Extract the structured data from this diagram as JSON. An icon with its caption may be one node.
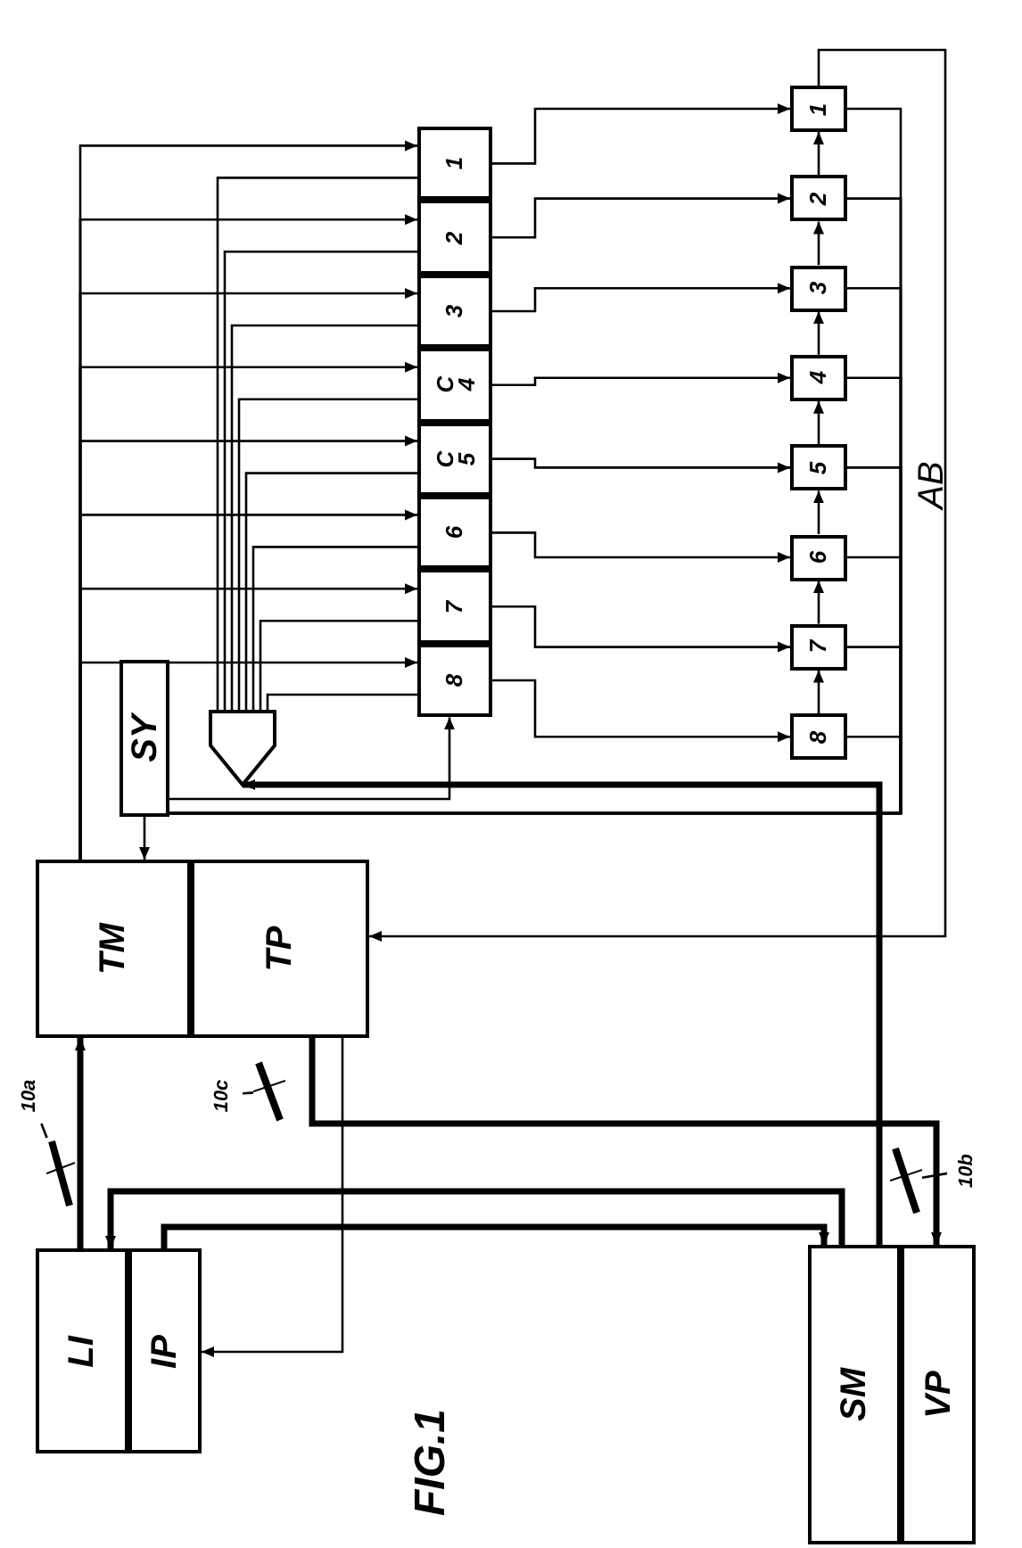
{
  "diagram": {
    "caption": "FIG.1",
    "nodes": [
      {
        "text": [
          "LI"
        ]
      },
      {
        "text": [
          "IP"
        ]
      },
      {
        "text": [
          "TM"
        ]
      },
      {
        "text": [
          "TP"
        ]
      },
      {
        "text": [
          "SY"
        ]
      },
      {
        "text": [],
        "shape": "funnel"
      },
      {
        "text": [
          "1"
        ]
      },
      {
        "text": [
          "2"
        ]
      },
      {
        "text": [
          "3"
        ]
      },
      {
        "text": [
          "C",
          "4"
        ]
      },
      {
        "text": [
          "C",
          "5"
        ]
      },
      {
        "text": [
          "6"
        ]
      },
      {
        "text": [
          "7"
        ]
      },
      {
        "text": [
          "8"
        ]
      },
      {
        "text": [
          "1"
        ]
      },
      {
        "text": [
          "2"
        ]
      },
      {
        "text": [
          "3"
        ]
      },
      {
        "text": [
          "4"
        ]
      },
      {
        "text": [
          "5"
        ]
      },
      {
        "text": [
          "6"
        ]
      },
      {
        "text": [
          "7"
        ]
      },
      {
        "text": [
          "8"
        ]
      },
      {
        "text": [
          "SM"
        ]
      },
      {
        "text": [
          "VP"
        ]
      },
      {
        "text": [
          "10a"
        ]
      },
      {
        "text": [],
        "shape": "switch"
      },
      {
        "text": [
          "10b"
        ]
      },
      {
        "text": [],
        "shape": "switch"
      },
      {
        "text": [
          "10c"
        ]
      },
      {
        "text": [],
        "shape": "switch"
      }
    ],
    "edges": [
      {
        "from": 6,
        "to": 14,
        "arrow": "to"
      },
      {
        "from": 7,
        "to": 15,
        "arrow": "to"
      },
      {
        "from": 8,
        "to": 16,
        "arrow": "to"
      },
      {
        "from": 9,
        "to": 17,
        "arrow": "to"
      },
      {
        "from": 10,
        "to": 18,
        "arrow": "to"
      },
      {
        "from": 11,
        "to": 19,
        "arrow": "to"
      },
      {
        "from": 12,
        "to": 20,
        "arrow": "to"
      },
      {
        "from": 13,
        "to": 21,
        "arrow": "to"
      },
      {
        "from": 15,
        "to": 14,
        "arrow": "to"
      },
      {
        "from": 16,
        "to": 15,
        "arrow": "to"
      },
      {
        "from": 17,
        "to": 16,
        "arrow": "to"
      },
      {
        "from": 18,
        "to": 17,
        "arrow": "to"
      },
      {
        "from": 19,
        "to": 18,
        "arrow": "to"
      },
      {
        "from": 20,
        "to": 19,
        "arrow": "to"
      },
      {
        "from": 21,
        "to": 20,
        "arrow": "to"
      },
      {
        "from": 2,
        "to": 6,
        "arrow": "to"
      },
      {
        "from": 2,
        "to": 7,
        "arrow": "to"
      },
      {
        "from": 2,
        "to": 8,
        "arrow": "to"
      },
      {
        "from": 2,
        "to": 9,
        "arrow": "to"
      },
      {
        "from": 2,
        "to": 10,
        "arrow": "to"
      },
      {
        "from": 2,
        "to": 11,
        "arrow": "to"
      },
      {
        "from": 2,
        "to": 12,
        "arrow": "to"
      },
      {
        "from": 2,
        "to": 13,
        "arrow": "to"
      },
      {
        "from": 5,
        "to": 6,
        "arrow": "none"
      },
      {
        "from": 5,
        "to": 7,
        "arrow": "none"
      },
      {
        "from": 5,
        "to": 8,
        "arrow": "none"
      },
      {
        "from": 5,
        "to": 9,
        "arrow": "none"
      },
      {
        "from": 5,
        "to": 10,
        "arrow": "none"
      },
      {
        "from": 5,
        "to": 11,
        "arrow": "none"
      },
      {
        "from": 5,
        "to": 12,
        "arrow": "none"
      },
      {
        "from": 5,
        "to": 13,
        "arrow": "none"
      },
      {
        "from": 14,
        "to": 3,
        "arrow": "to"
      },
      {
        "from": 22,
        "to": 5,
        "arrow": "to",
        "style": "thick"
      },
      {
        "from": 0,
        "to": 2,
        "arrow": "to",
        "style": "thick"
      },
      {
        "from": 22,
        "to": 0,
        "arrow": "to",
        "style": "thick"
      },
      {
        "from": 1,
        "to": 22,
        "arrow": "to",
        "style": "thick"
      },
      {
        "from": 3,
        "to": 23,
        "arrow": "to",
        "style": "thick"
      },
      {
        "from": 3,
        "to": 1,
        "arrow": "to"
      },
      {
        "from": 4,
        "to": 2,
        "arrow": "to"
      },
      {
        "from": 4,
        "to": 13,
        "arrow": "to"
      },
      {
        "from": 4,
        "to": 14,
        "arrow": "none"
      },
      {
        "from": 4,
        "to": 15,
        "arrow": "none"
      },
      {
        "from": 4,
        "to": 16,
        "arrow": "none"
      },
      {
        "from": 4,
        "to": 17,
        "arrow": "none"
      },
      {
        "from": 4,
        "to": 18,
        "arrow": "none"
      },
      {
        "from": 4,
        "to": 19,
        "arrow": "none"
      },
      {
        "from": 4,
        "to": 20,
        "arrow": "none"
      },
      {
        "from": 4,
        "to": 21,
        "arrow": "none"
      },
      {
        "from": 24,
        "to": 25,
        "arrow": "none"
      },
      {
        "from": 26,
        "to": 27,
        "arrow": "none"
      },
      {
        "from": 28,
        "to": 29,
        "arrow": "none"
      }
    ],
    "labels": [
      "AB"
    ]
  }
}
